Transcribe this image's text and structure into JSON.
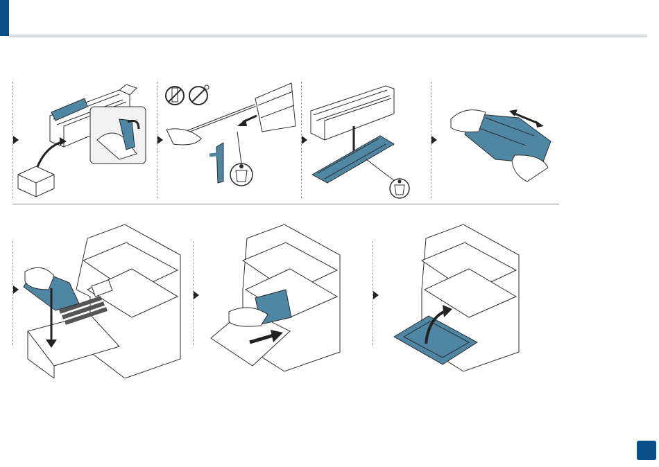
{
  "page": {
    "number": ""
  },
  "colors": {
    "accent": "#0b4f8a",
    "part": "#4e86a3",
    "outline": "#2b2b2b",
    "rule": "#d9dde3"
  },
  "icons": [
    "no-shake-icon",
    "no-touch-icon",
    "recycle-bin-icon",
    "double-arrow-icon",
    "curved-arrow-icon",
    "push-arrow-icon"
  ],
  "steps": [
    "unpack-toner",
    "remove-seal-clip",
    "remove-protective-cover",
    "shake-cartridge",
    "insert-cartridge",
    "push-cartridge-in",
    "close-front-door"
  ]
}
